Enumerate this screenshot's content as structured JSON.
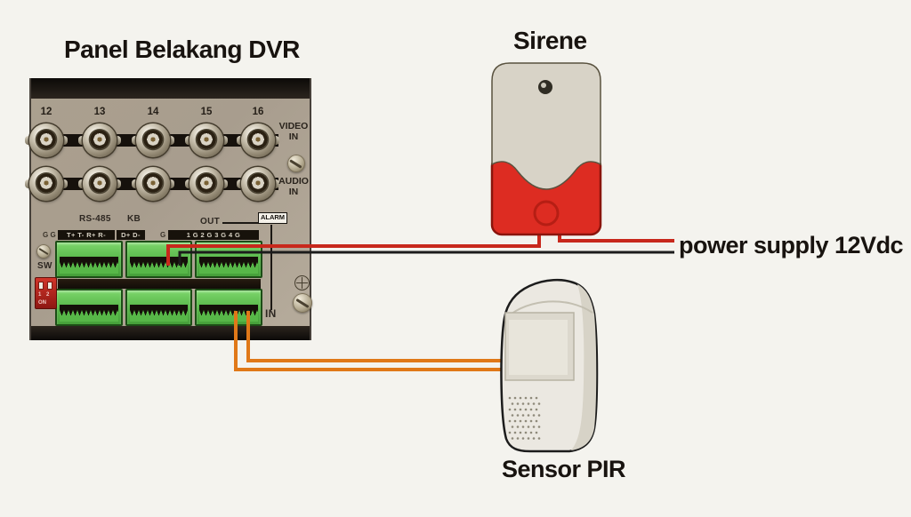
{
  "colors": {
    "background": "#f4f3ee",
    "wire_alarm": "#c8281c",
    "wire_ground": "#1c1c1c",
    "wire_sensor": "#e07818",
    "siren_red": "#dd2c22",
    "siren_beige": "#d8d3c7",
    "panel_gray": "#a89d8e",
    "terminal_green": "#55b447"
  },
  "panel": {
    "title": "Panel Belakang DVR",
    "channels": [
      "12",
      "13",
      "14",
      "15",
      "16"
    ],
    "video_in": "VIDEO\nIN",
    "audio_in": "AUDIO\nIN",
    "rs485": "RS-485",
    "kb": "KB",
    "out": "OUT",
    "alarm": "ALARM",
    "gg": "G G",
    "rs485_pins": "T+ T- R+ R-",
    "kb_pins": "D+ D-",
    "g": "G",
    "out_pins": "1 G  2 G 3 G 4 G",
    "sw": "SW",
    "in": "IN",
    "dip_numbers": "1 2",
    "dip_on": "ON"
  },
  "siren": {
    "label": "Sirene"
  },
  "pir": {
    "label": "Sensor PIR"
  },
  "power": {
    "label": "power supply 12Vdc"
  }
}
